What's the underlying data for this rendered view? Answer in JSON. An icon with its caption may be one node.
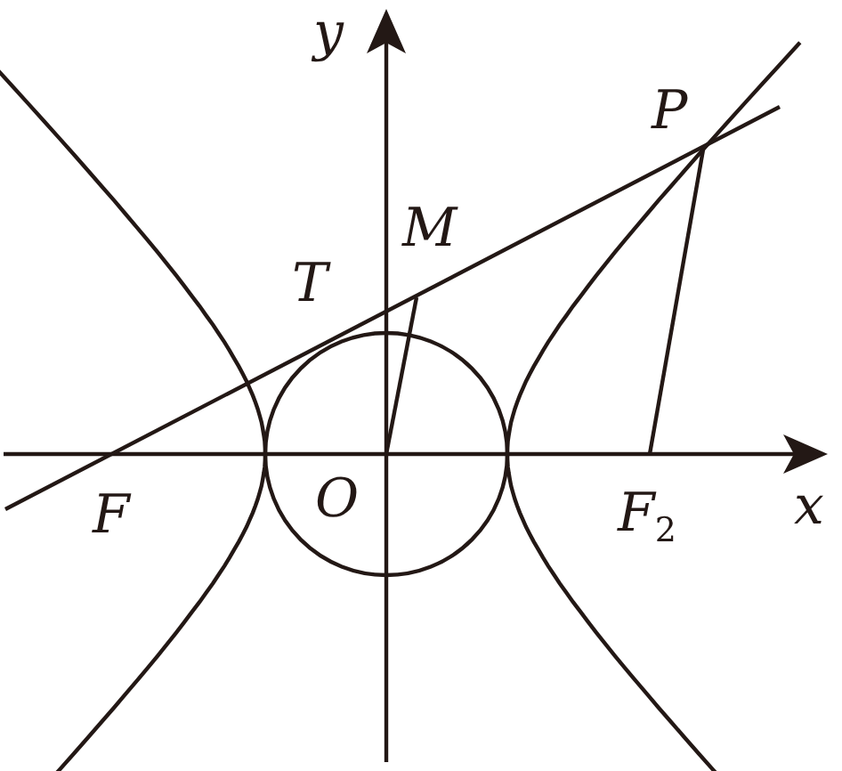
{
  "diagram": {
    "labels": [
      "y",
      "P",
      "M",
      "T",
      "F",
      "O",
      "F$_{2}$",
      "x"
    ]
  }
}
